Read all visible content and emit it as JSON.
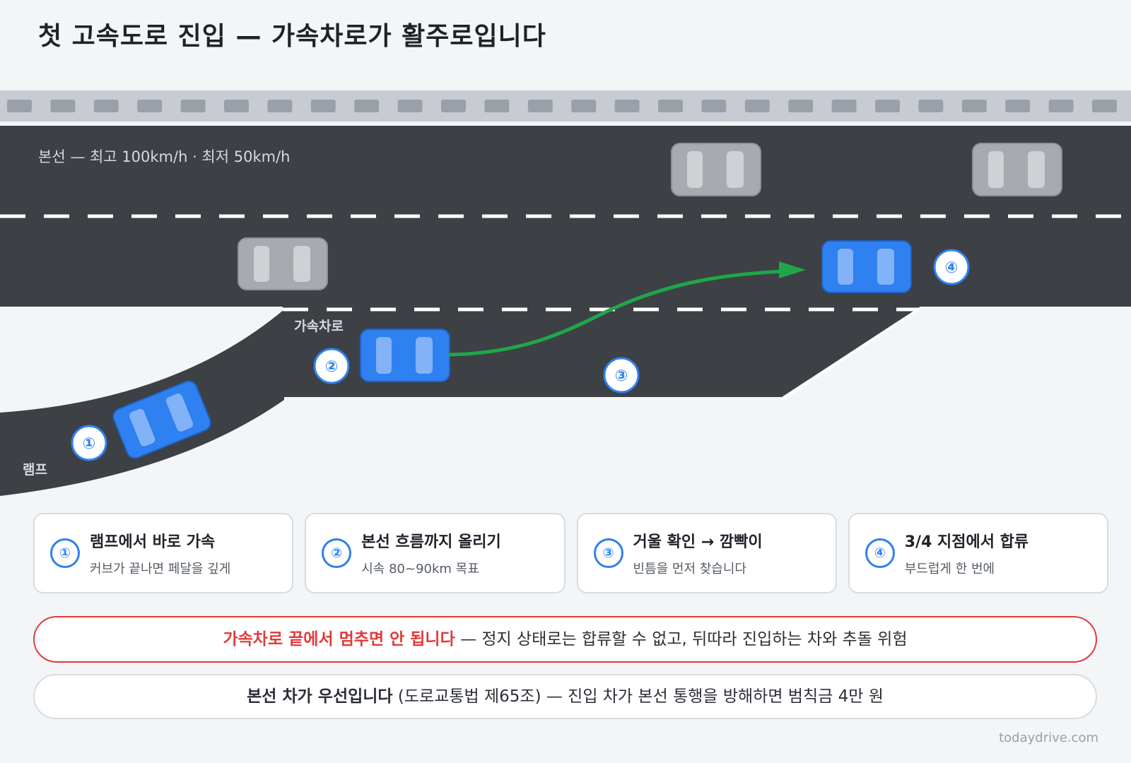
{
  "title": "첫 고속도로 진입 — 가속차로가 활주로입니다",
  "scene": {
    "mainline_label": "본선 — 최고 100km/h · 최저 50km/h",
    "accel_lane_label": "가속차로",
    "ramp_label": "램프",
    "markers": [
      "①",
      "②",
      "③",
      "④"
    ]
  },
  "colors": {
    "road": "#3d4045",
    "lane_marking": "#ffffff",
    "shoulder": "#c8ccd2",
    "other_car": "#a7aab0",
    "ego_car": "#2f80f0",
    "path_arrow": "#1fa64a",
    "warning": "#e23a3a"
  },
  "steps": [
    {
      "num": "①",
      "title": "램프에서 바로 가속",
      "desc": "커브가 끝나면 페달을 깊게"
    },
    {
      "num": "②",
      "title": "본선 흐름까지 올리기",
      "desc": "시속 80~90km 목표"
    },
    {
      "num": "③",
      "title": "거울 확인 → 깜빡이",
      "desc": "빈틈을 먼저 찾습니다"
    },
    {
      "num": "④",
      "title": "3/4 지점에서 합류",
      "desc": "부드럽게 한 번에"
    }
  ],
  "warning": {
    "strong": "가속차로 끝에서 멈추면 안 됩니다",
    "rest": " — 정지 상태로는 합류할 수 없고, 뒤따라 진입하는 차와 추돌 위험"
  },
  "rule": {
    "strong": "본선 차가 우선입니다",
    "rest": " (도로교통법 제65조) — 진입 차가 본선 통행을 방해하면 범칙금 4만 원"
  },
  "footer": "todaydrive.com"
}
